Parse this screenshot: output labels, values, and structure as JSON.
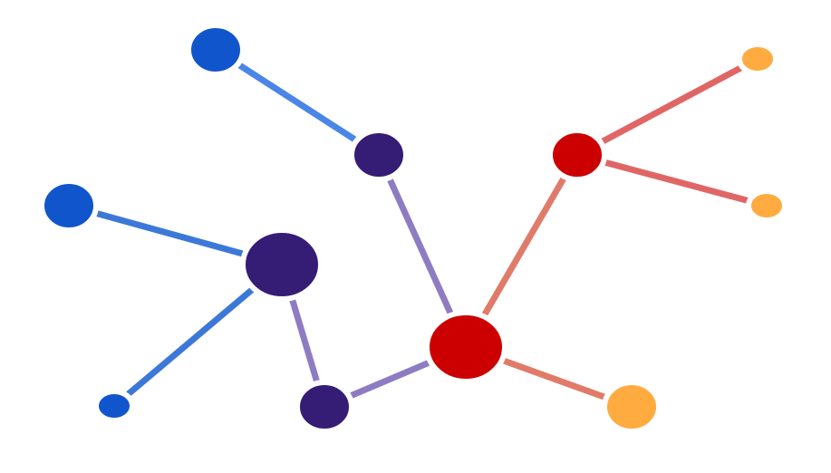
{
  "graph": {
    "colors": {
      "blue": "#1155cc",
      "purple": "#351c75",
      "red": "#cc0000",
      "orange": "#ffab40",
      "edge_blue": "#4a86e8",
      "edge_blue_dark": "#3c78d8",
      "edge_purple": "#8e7cc3",
      "edge_salmon": "#e07b6a",
      "edge_red": "#e06666"
    },
    "nodes": [
      {
        "id": "n1",
        "color": "blue",
        "size": "medium"
      },
      {
        "id": "n2",
        "color": "purple",
        "size": "medium"
      },
      {
        "id": "n3",
        "color": "blue",
        "size": "medium"
      },
      {
        "id": "n4",
        "color": "purple",
        "size": "large"
      },
      {
        "id": "n5",
        "color": "blue",
        "size": "small"
      },
      {
        "id": "n6",
        "color": "purple",
        "size": "medium"
      },
      {
        "id": "n7",
        "color": "red",
        "size": "large"
      },
      {
        "id": "n8",
        "color": "red",
        "size": "medium"
      },
      {
        "id": "n9",
        "color": "orange",
        "size": "small"
      },
      {
        "id": "n10",
        "color": "orange",
        "size": "small"
      },
      {
        "id": "n11",
        "color": "orange",
        "size": "medium"
      }
    ],
    "edges": [
      {
        "from": "n1",
        "to": "n2",
        "color": "edge_blue"
      },
      {
        "from": "n3",
        "to": "n4",
        "color": "edge_blue_dark"
      },
      {
        "from": "n4",
        "to": "n5",
        "color": "edge_blue_dark"
      },
      {
        "from": "n2",
        "to": "n7",
        "color": "edge_purple"
      },
      {
        "from": "n4",
        "to": "n6",
        "color": "edge_purple"
      },
      {
        "from": "n6",
        "to": "n7",
        "color": "edge_purple"
      },
      {
        "from": "n7",
        "to": "n8",
        "color": "edge_salmon"
      },
      {
        "from": "n7",
        "to": "n11",
        "color": "edge_salmon"
      },
      {
        "from": "n8",
        "to": "n9",
        "color": "edge_red"
      },
      {
        "from": "n8",
        "to": "n10",
        "color": "edge_red"
      }
    ]
  }
}
